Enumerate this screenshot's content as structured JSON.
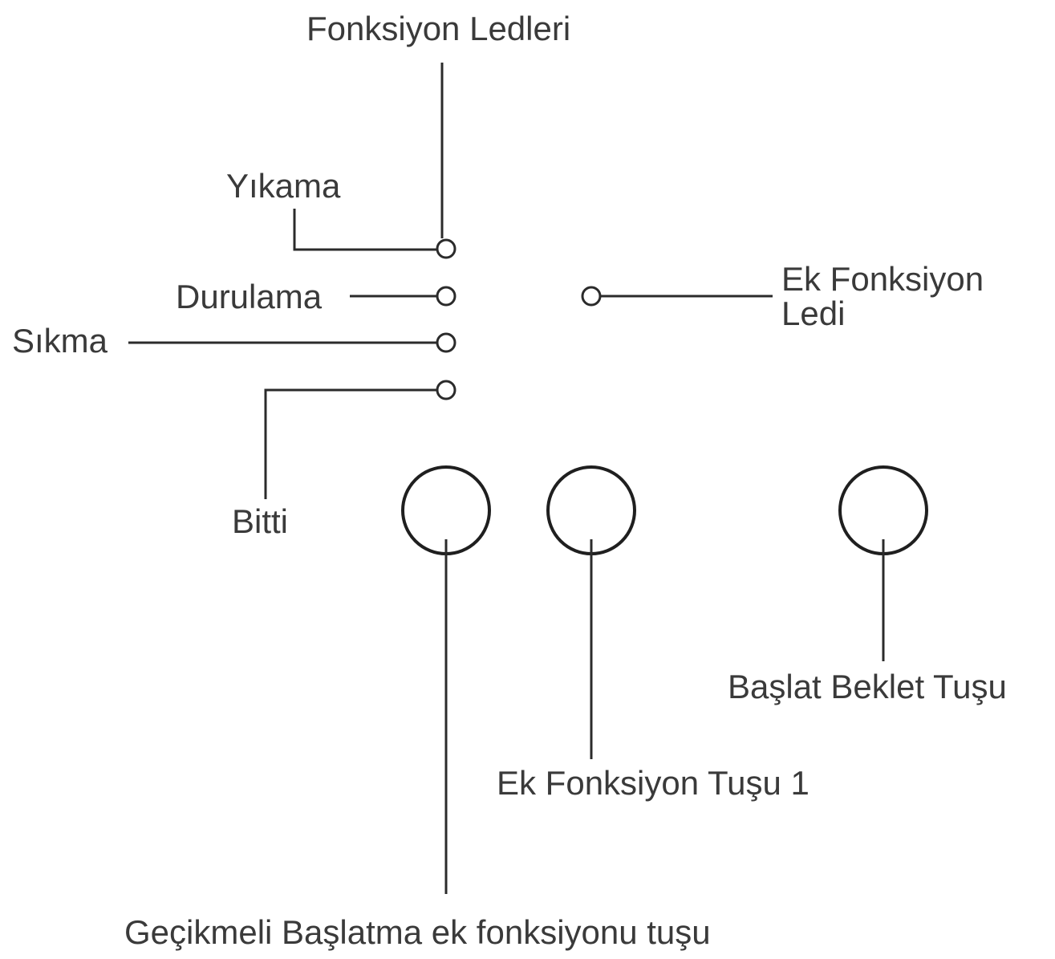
{
  "labels": {
    "function_leds": "Fonksiyon Ledleri",
    "wash": "Yıkama",
    "rinse": "Durulama",
    "spin": "Sıkma",
    "done": "Bitti",
    "extra_function_led_line1": "Ek Fonksiyon",
    "extra_function_led_line2": "Ledi",
    "start_pause_key": "Başlat Beklet Tuşu",
    "extra_function_key_1": "Ek Fonksiyon Tuşu 1",
    "delayed_start_key": "Geçikmeli Başlatma ek fonksiyonu tuşu"
  }
}
